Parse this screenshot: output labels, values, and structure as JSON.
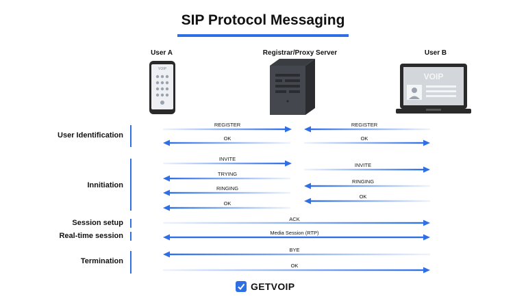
{
  "title": "SIP Protocol Messaging",
  "actors": {
    "user_a": "User A",
    "server": "Registrar/Proxy Server",
    "user_b": "User B",
    "phone_screen_text": "VOIP",
    "laptop_screen_text": "VOIP"
  },
  "phases": {
    "user_identification": "User Identification",
    "initiation": "Innitiation",
    "session_setup": "Session setup",
    "realtime_session": "Real-time session",
    "termination": "Termination"
  },
  "messages": {
    "register_a": "REGISTER",
    "register_b": "REGISTER",
    "ok_a1": "OK",
    "ok_b1": "OK",
    "invite_a": "INVITE",
    "invite_b": "INVITE",
    "trying": "TRYING",
    "ringing_b": "RINGING",
    "ringing_a": "RINGING",
    "ok_b2": "OK",
    "ok_a2": "OK",
    "ack": "ACK",
    "media": "Media Session (RTP)",
    "bye": "BYE",
    "ok_end": "OK"
  },
  "brand": "GETVOIP",
  "colors": {
    "accent": "#2f6fe4"
  }
}
